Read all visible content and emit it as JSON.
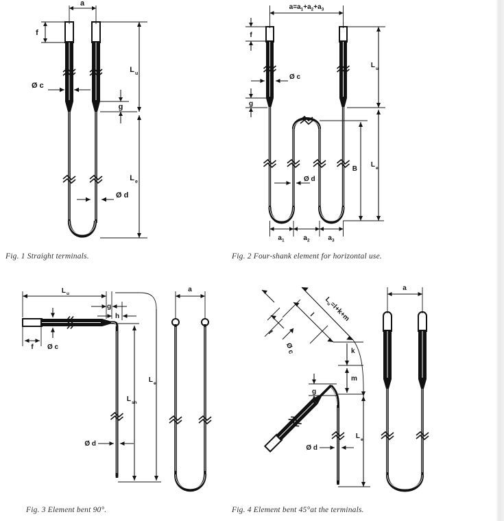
{
  "document": {
    "title": "Heating element dimension drawings",
    "background_color": "#ffffff",
    "ink_color": "#111111",
    "rail_color": "#ededed"
  },
  "figures": [
    {
      "id": "fig1",
      "caption_number": "Fig. 1",
      "caption_text": "Straight terminals.",
      "caption_full": "Fig. 1  Straight terminals.",
      "labels": {
        "a": "a",
        "f": "f",
        "phi_c": "Ø c",
        "phi_d": "Ø d",
        "g": "g",
        "Lu": "L",
        "Lu_sub": "u",
        "Le": "L",
        "Le_sub": "e"
      }
    },
    {
      "id": "fig2",
      "caption_number": "Fig. 2",
      "caption_text": "Four-shank element for horizontal use.",
      "caption_full": "Fig. 2  Four-shank element for horizontal use.",
      "labels": {
        "a_formula": "a=a",
        "a_formula_s1": "1",
        "a_formula_p1": "+a",
        "a_formula_s2": "2",
        "a_formula_p2": "+a",
        "a_formula_s3": "3",
        "f": "f",
        "phi_c": "Ø c",
        "phi_d": "Ø d",
        "g": "g",
        "B": "B",
        "Lu": "L",
        "Lu_sub": "u",
        "Le": "L",
        "Le_sub": "e",
        "a1": "a",
        "a1_sub": "1",
        "a2": "a",
        "a2_sub": "2",
        "a3": "a",
        "a3_sub": "3"
      }
    },
    {
      "id": "fig3",
      "caption_number": "Fig. 3",
      "caption_text": "Element bent 90°.",
      "caption_full": "Fig. 3  Element bent 90°.",
      "labels": {
        "Lu": "L",
        "Lu_sub": "u",
        "g": "g",
        "h": "h",
        "f": "f",
        "phi_c": "Ø c",
        "phi_d": "Ø d",
        "Lsh": "L",
        "Lsh_sub": "sh",
        "Le": "L",
        "Le_sub": "e",
        "a": "a"
      }
    },
    {
      "id": "fig4",
      "caption_number": "Fig. 4",
      "caption_text": "Element bent 45°at the terminals.",
      "caption_full": "Fig. 4  Element bent 45°at the terminals.",
      "labels": {
        "Lu_formula": "L",
        "Lu_formula_sub": "u",
        "Lu_formula_rest": "=l+k+m",
        "l": "l",
        "k": "k",
        "m": "m",
        "f": "f",
        "phi_c": "Ø c",
        "phi_d": "Ø d",
        "g": "g",
        "Le": "L",
        "Le_sub": "e",
        "a": "a"
      }
    }
  ]
}
